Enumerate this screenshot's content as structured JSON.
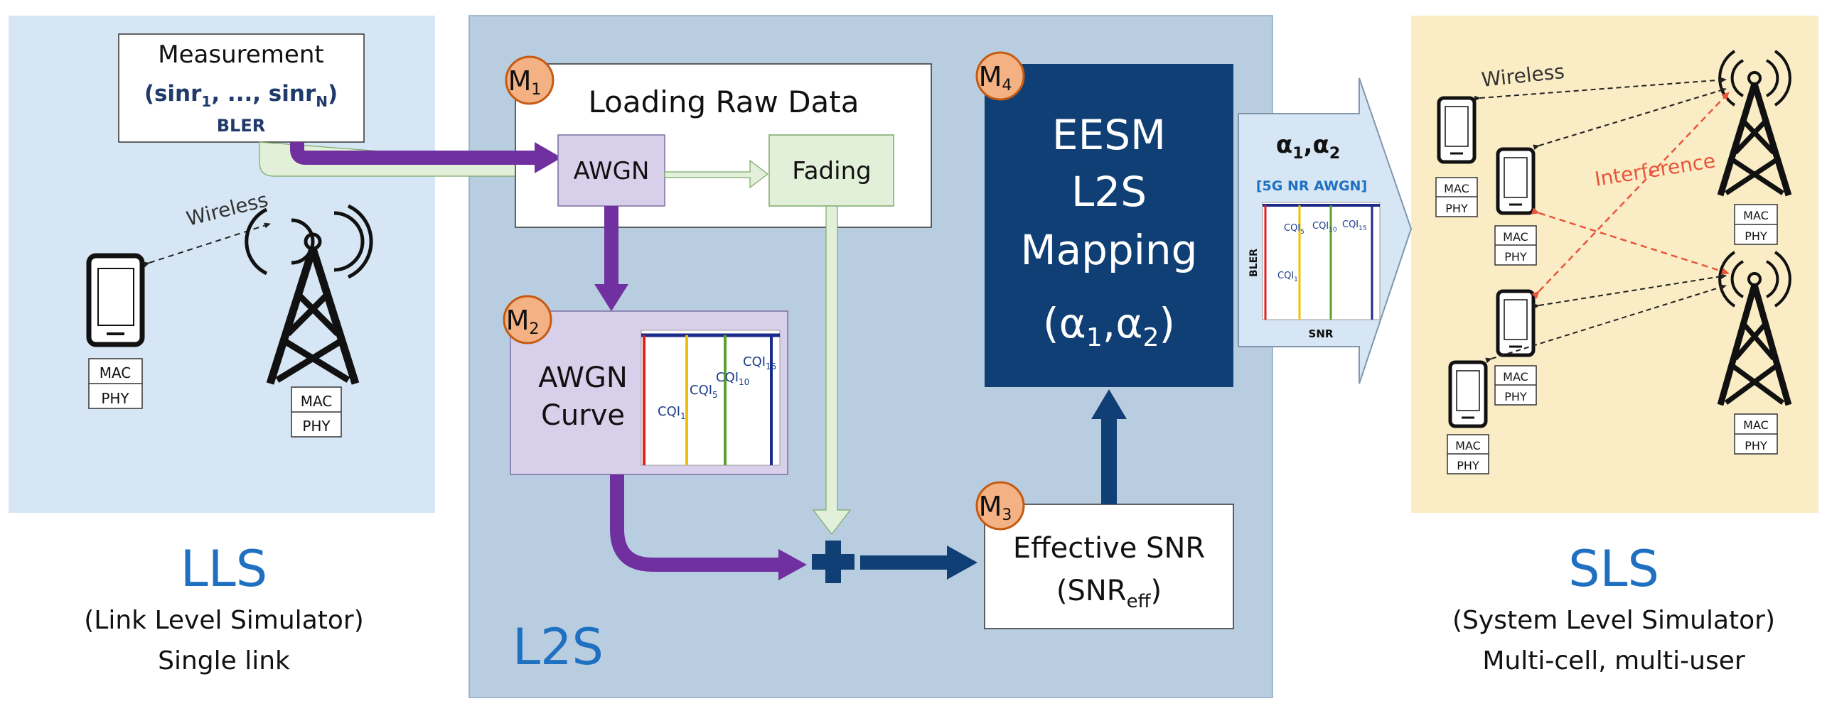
{
  "colors": {
    "lls_bg": "#d7e6f4",
    "l2s_bg": "#b9cde1",
    "sls_bg": "#faecc4",
    "purple": "#7030a0",
    "navy": "#0f3f74",
    "light_green": "#e2f0d9",
    "lavender": "#d8d0ea",
    "module_badge": "#f4b183",
    "module_badge_border": "#c55a11",
    "blue_text": "#1f70c1",
    "interference": "#e8553c"
  },
  "lls": {
    "title": "LLS",
    "subtitle": "(Link Level Simulator)",
    "subtitle2": "Single link",
    "measurement_title": "Measurement",
    "sinr_open": "(sinr",
    "sinr_sub1": "1",
    "sinr_mid": ", ..., sinr",
    "sinr_subN": "N",
    "sinr_close": ")",
    "bler": "BLER",
    "wireless": "Wireless",
    "mac": "MAC",
    "phy": "PHY",
    "icons": [
      "smartphone-icon",
      "cell-tower-icon"
    ]
  },
  "l2s": {
    "title": "L2S",
    "m1_letter": "M",
    "m1_sub": "1",
    "m2_letter": "M",
    "m2_sub": "2",
    "m3_letter": "M",
    "m3_sub": "3",
    "m4_letter": "M",
    "m4_sub": "4",
    "loading_raw_data": "Loading Raw Data",
    "awgn": "AWGN",
    "fading": "Fading",
    "awgn_curve_line1": "AWGN",
    "awgn_curve_line2": "Curve",
    "cqi_prefix": "CQI",
    "cqi_subs": [
      "1",
      "5",
      "10",
      "15"
    ],
    "plus": "+",
    "eff_snr_line1": "Effective SNR",
    "eff_snr_open": "(SNR",
    "eff_snr_sub": "eff",
    "eff_snr_close": ")",
    "eesm_line1": "EESM",
    "eesm_line2": "L2S",
    "eesm_line3": "Mapping",
    "eesm_alpha_open": "(α",
    "eesm_alpha_sub1": "1",
    "eesm_alpha_mid": ",α",
    "eesm_alpha_sub2": "2",
    "eesm_alpha_close": ")"
  },
  "arrow_box": {
    "alpha": "α",
    "sub1": "1",
    "sep": ",α",
    "sub2": "2",
    "nr_label": "[5G NR AWGN]",
    "ylabel": "BLER",
    "xlabel": "SNR"
  },
  "sls": {
    "title": "SLS",
    "subtitle": "(System Level Simulator)",
    "subtitle2": "Multi-cell, multi-user",
    "wireless": "Wireless",
    "interference": "Interference",
    "mac": "MAC",
    "phy": "PHY"
  }
}
